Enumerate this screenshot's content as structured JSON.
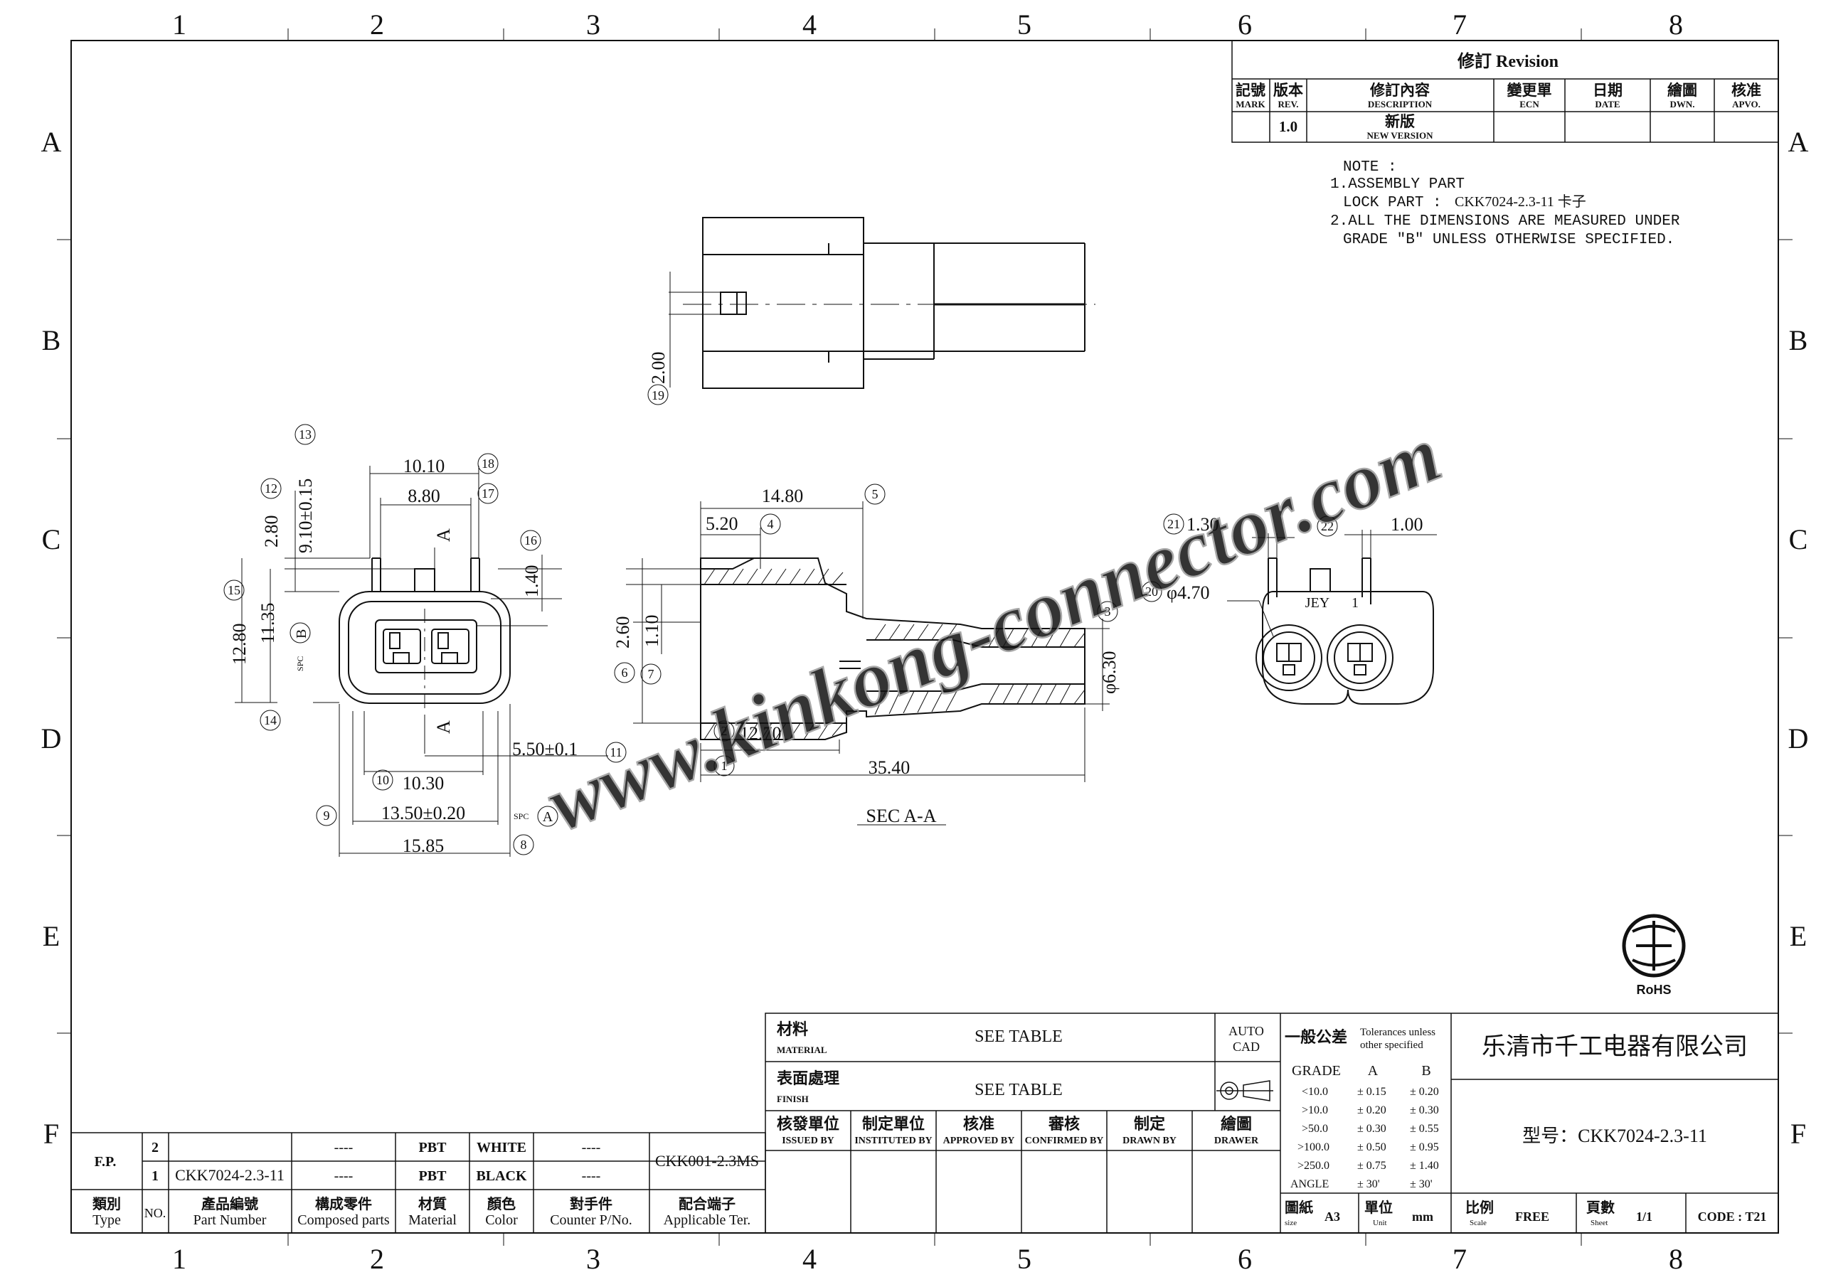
{
  "border": {
    "col_labels": [
      "1",
      "2",
      "3",
      "4",
      "5",
      "6",
      "7",
      "8"
    ],
    "row_labels": [
      "A",
      "B",
      "C",
      "D",
      "E",
      "F"
    ]
  },
  "revision": {
    "title": "修訂 Revision",
    "headers": [
      {
        "cn": "記號",
        "en": "MARK"
      },
      {
        "cn": "版本",
        "en": "REV."
      },
      {
        "cn": "修訂內容",
        "en": "DESCRIPTION"
      },
      {
        "cn": "變更單",
        "en": "ECN"
      },
      {
        "cn": "日期",
        "en": "DATE"
      },
      {
        "cn": "繪圖",
        "en": "DWN."
      },
      {
        "cn": "核准",
        "en": "APVO."
      }
    ],
    "row": {
      "mark": "",
      "rev": "1.0",
      "desc_cn": "新版",
      "desc_en": "NEW VERSION",
      "ecn": "",
      "date": "",
      "dwn": "",
      "apvo": ""
    }
  },
  "notes": {
    "title": "NOTE :",
    "line1": "1.ASSEMBLY PART",
    "line2_prefix": "LOCK PART :",
    "line2_value": "CKK7024-2.3-11 卡子",
    "line3": "2.ALL THE DIMENSIONS ARE MEASURED UNDER",
    "line4": "GRADE \"B\" UNLESS OTHERWISE SPECIFIED."
  },
  "watermark": "www.kinkong-connector.com",
  "front_view": {
    "dims": {
      "d1010": "10.10",
      "d880": "8.80",
      "d280": "2.80",
      "d910": "9.10±0.15",
      "d140": "1.40",
      "d1280": "12.80",
      "d1135": "11.35",
      "d550": "5.50±0.1",
      "d1030": "10.30",
      "d1350": "13.50±0.20",
      "d1585": "15.85"
    },
    "section_mark": "A",
    "balloons": {
      "b8": "8",
      "b9": "9",
      "b10": "10",
      "b11": "11",
      "b12": "12",
      "b13": "13",
      "b14": "14",
      "b15": "15",
      "b16": "16",
      "b17": "17",
      "b18": "18"
    },
    "spc_text": "SPC",
    "spc_B": "B",
    "spc_A": "A"
  },
  "top_view": {
    "dim": "2.00",
    "balloon": "19"
  },
  "section_view": {
    "dims": {
      "d1480": "14.80",
      "d520": "5.20",
      "d260": "2.60",
      "d110": "1.10",
      "d630": "φ6.30",
      "d1270": "12.70",
      "d3540": "35.40"
    },
    "balloons": {
      "b1": "1",
      "b2": "2",
      "b3": "3",
      "b4": "4",
      "b5": "5",
      "b6": "6",
      "b7": "7"
    },
    "caption": "SEC A-A"
  },
  "rear_view": {
    "dims": {
      "d130": "1.30",
      "d100": "1.00",
      "d470": "φ4.70"
    },
    "balloons": {
      "b20": "20",
      "b21": "21",
      "b22": "22"
    },
    "label_left": "JEY",
    "label_right": "1"
  },
  "rohs": "RoHS",
  "title_block": {
    "material_cn": "材料",
    "material_en": "MATERIAL",
    "material_value": "SEE TABLE",
    "finish_cn": "表面處理",
    "finish_en": "FINISH",
    "finish_value": "SEE TABLE",
    "autocad_1": "AUTO",
    "autocad_2": "CAD",
    "tol_cn": "一般公差",
    "tol_en1": "Tolerances unless",
    "tol_en2": "other specified",
    "grade": "GRADE",
    "colA": "A",
    "colB": "B",
    "tol_rows": [
      {
        "range": "<10.0",
        "a": "± 0.15",
        "b": "± 0.20"
      },
      {
        "range": ">10.0",
        "a": "± 0.20",
        "b": "± 0.30"
      },
      {
        "range": ">50.0",
        "a": "± 0.30",
        "b": "± 0.55"
      },
      {
        "range": ">100.0",
        "a": "± 0.50",
        "b": "± 0.95"
      },
      {
        "range": ">250.0",
        "a": "± 0.75",
        "b": "± 1.40"
      },
      {
        "range": "ANGLE",
        "a": "± 30'",
        "b": "± 30'"
      }
    ],
    "company": "乐清市千工电器有限公司",
    "model": "型号：CKK7024-2.3-11",
    "sign_headers": [
      {
        "cn": "核發單位",
        "en": "ISSUED BY"
      },
      {
        "cn": "制定單位",
        "en": "INSTITUTED BY"
      },
      {
        "cn": "核准",
        "en": "APPROVED BY"
      },
      {
        "cn": "審核",
        "en": "CONFIRMED BY"
      },
      {
        "cn": "制定",
        "en": "DRAWN BY"
      },
      {
        "cn": "繪圖",
        "en": "DRAWER"
      }
    ],
    "size_cn": "圖紙",
    "size_en": "size",
    "size_val": "A3",
    "unit_cn": "單位",
    "unit_en": "Unit",
    "unit_val": "mm",
    "scale_cn": "比例",
    "scale_en": "Scale",
    "scale_val": "FREE",
    "sheet_cn": "頁數",
    "sheet_en": "Sheet",
    "sheet_val": "1/1",
    "code": "CODE : T21"
  },
  "parts_table": {
    "fp": "F.P.",
    "rows": [
      {
        "no": "2",
        "part": "",
        "composed": "----",
        "material": "PBT",
        "color": "WHITE",
        "counter": "----"
      },
      {
        "no": "1",
        "part": "CKK7024-2.3-11",
        "composed": "----",
        "material": "PBT",
        "color": "BLACK",
        "counter": "----"
      }
    ],
    "terminal": "CKK001-2.3MS",
    "headers": [
      {
        "cn": "類別",
        "en": "Type"
      },
      {
        "cn": "",
        "en": "NO."
      },
      {
        "cn": "產品編號",
        "en": "Part Number"
      },
      {
        "cn": "構成零件",
        "en": "Composed parts"
      },
      {
        "cn": "材質",
        "en": "Material"
      },
      {
        "cn": "顏色",
        "en": "Color"
      },
      {
        "cn": "對手件",
        "en": "Counter P/No."
      },
      {
        "cn": "配合端子",
        "en": "Applicable Ter."
      }
    ]
  }
}
